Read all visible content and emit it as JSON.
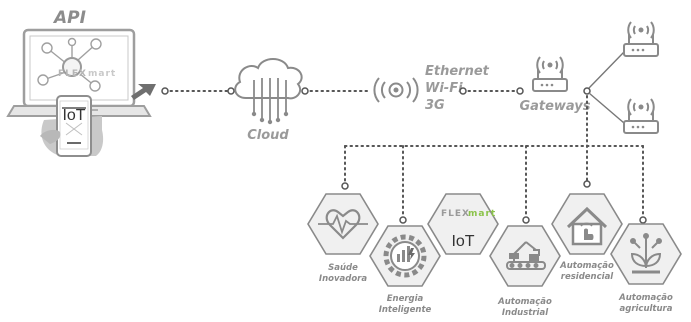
{
  "api_label": "API",
  "brand": {
    "prefix": "FLEX",
    "suffix": "mart",
    "accent_color": "#8bc34a"
  },
  "phone_label": "IoT",
  "cloud_label": "Cloud",
  "connectivity": [
    "Ethernet",
    "Wi-Fi",
    "3G"
  ],
  "gateway_label": "Gateways",
  "iot_label": "IoT",
  "features": [
    {
      "id": "health",
      "icon": "heart-pulse-icon",
      "lines": [
        "Saúde",
        "Inovadora"
      ]
    },
    {
      "id": "energy",
      "icon": "gear-energy-icon",
      "lines": [
        "Energia",
        "Inteligente"
      ]
    },
    {
      "id": "industrial",
      "icon": "robot-arm-icon",
      "lines": [
        "Automação",
        "Industrial"
      ]
    },
    {
      "id": "residential",
      "icon": "smart-home-icon",
      "lines": [
        "Automação",
        "residencial"
      ]
    },
    {
      "id": "agriculture",
      "icon": "plant-icon",
      "lines": [
        "Automação",
        "agricultura"
      ]
    }
  ],
  "colors": {
    "stroke": "#8a8a8a",
    "light_fill": "#eeeeee",
    "dots": "#555555"
  }
}
